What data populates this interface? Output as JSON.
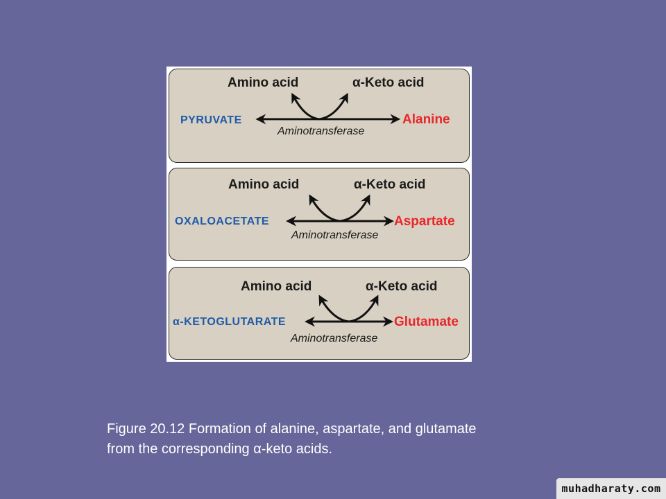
{
  "figure": {
    "reactions": [
      {
        "amino": "Amino acid",
        "keto": "α-Keto acid",
        "substrate": "PYRUVATE",
        "product": "Alanine",
        "enzyme": "Aminotransferase"
      },
      {
        "amino": "Amino acid",
        "keto": "α-Keto acid",
        "substrate": "OXALOACETATE",
        "product": "Aspartate",
        "enzyme": "Aminotransferase"
      },
      {
        "amino": "Amino acid",
        "keto": "α-Keto acid",
        "substrate": "α-KETOGLUTARATE",
        "product": "Glutamate",
        "enzyme": "Aminotransferase"
      }
    ],
    "colors": {
      "substrate": "#1f5ba8",
      "product": "#e8262a",
      "panel": "#d8d0c2",
      "background": "#66669a"
    }
  },
  "caption": "Figure 20.12 Formation of alanine, aspartate, and glutamate from the corresponding α-keto acids.",
  "watermark": "muhadharaty.com"
}
